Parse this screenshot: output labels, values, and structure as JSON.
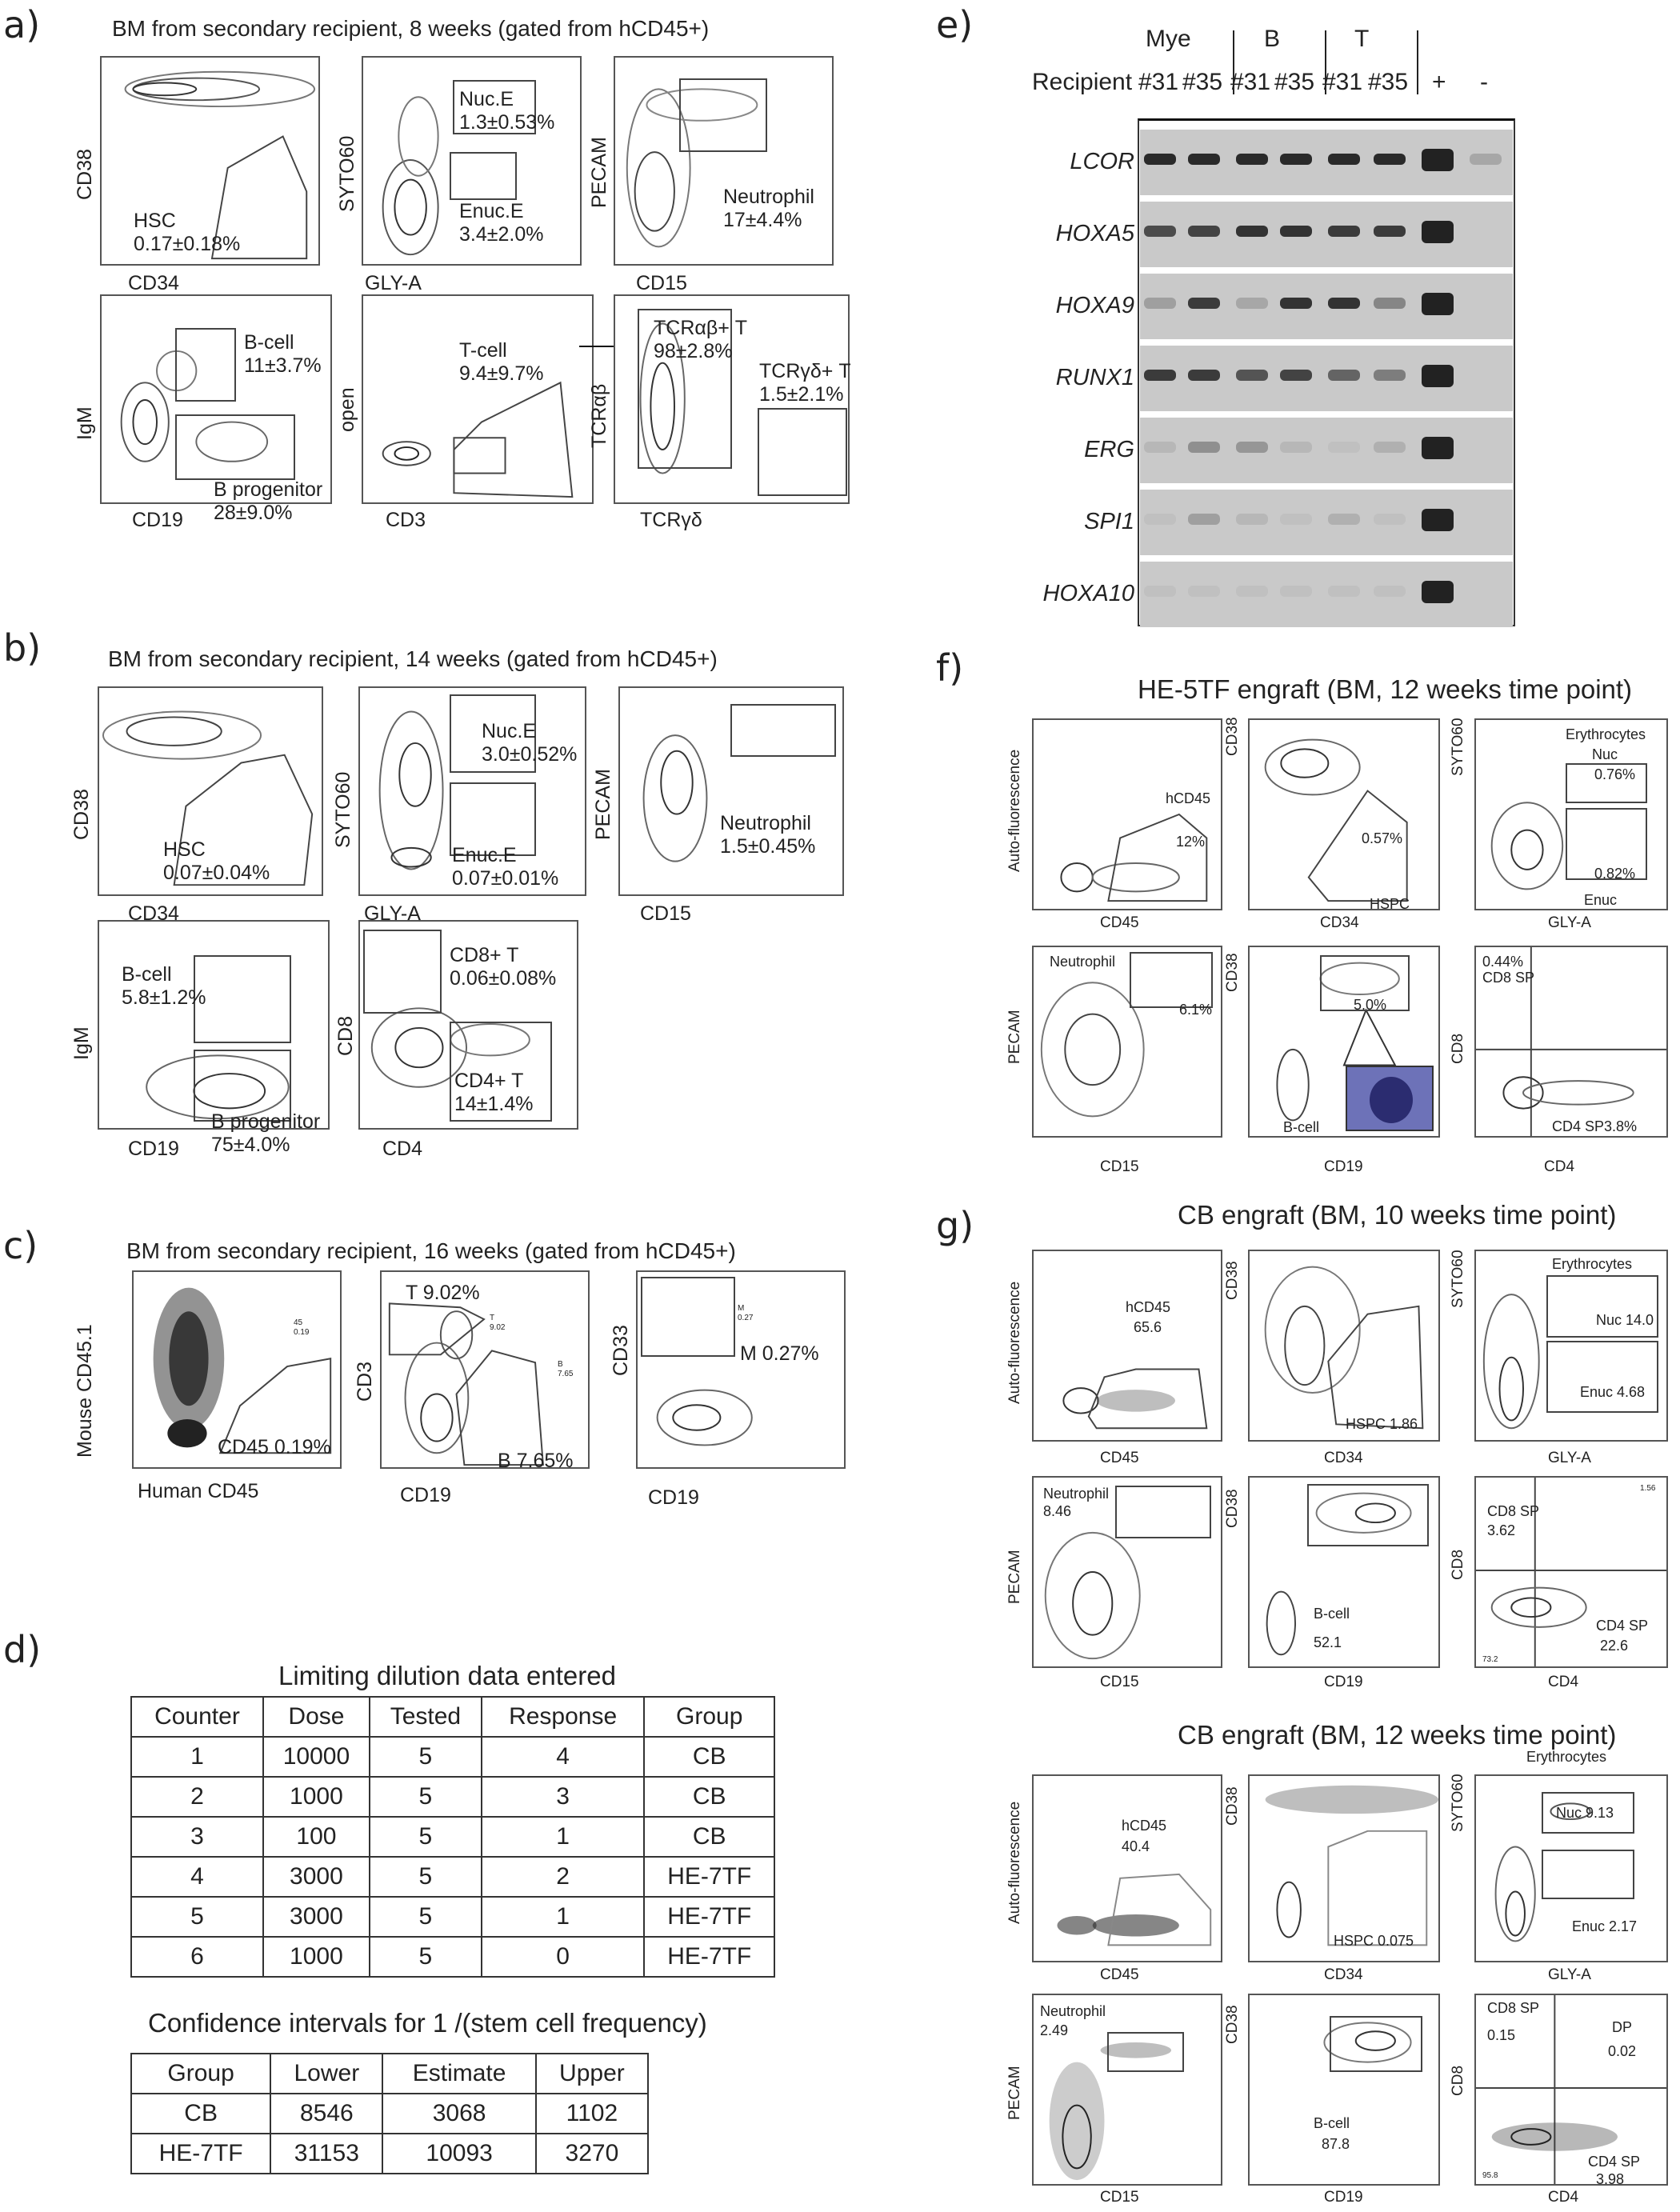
{
  "panels": {
    "a": {
      "letter": "a)",
      "title": "BM from secondary recipient, 8 weeks (gated from hCD45+)",
      "plots": [
        {
          "x": "CD34",
          "y": "CD38",
          "gates": [
            {
              "label": "HSC\n0.17±0.18%"
            }
          ]
        },
        {
          "x": "GLY-A",
          "y": "SYTO60",
          "gates": [
            {
              "label": "Nuc.E\n1.3±0.53%"
            },
            {
              "label": "Enuc.E\n3.4±2.0%"
            }
          ]
        },
        {
          "x": "CD15",
          "y": "PECAM",
          "gates": [
            {
              "label": "Neutrophil\n17±4.4%"
            }
          ]
        },
        {
          "x": "CD19",
          "y": "IgM",
          "gates": [
            {
              "label": "B-cell\n11±3.7%"
            },
            {
              "label": "B progenitor\n28±9.0%"
            }
          ]
        },
        {
          "x": "CD3",
          "y": "open",
          "gates": [
            {
              "label": "T-cell\n9.4±9.7%"
            }
          ]
        },
        {
          "x": "TCRγδ",
          "y": "TCRαβ",
          "gates": [
            {
              "label": "TCRαβ+ T\n98±2.8%"
            },
            {
              "label": "TCRγδ+ T\n1.5±2.1%"
            }
          ]
        }
      ]
    },
    "b": {
      "letter": "b)",
      "title": "BM from secondary recipient, 14 weeks (gated from hCD45+)",
      "plots": [
        {
          "x": "CD34",
          "y": "CD38",
          "gates": [
            {
              "label": "HSC\n0.07±0.04%"
            }
          ]
        },
        {
          "x": "GLY-A",
          "y": "SYTO60",
          "gates": [
            {
              "label": "Nuc.E\n3.0±0.52%"
            },
            {
              "label": "Enuc.E\n0.07±0.01%"
            }
          ]
        },
        {
          "x": "CD15",
          "y": "PECAM",
          "gates": [
            {
              "label": "Neutrophil\n1.5±0.45%"
            }
          ]
        },
        {
          "x": "CD19",
          "y": "IgM",
          "gates": [
            {
              "label": "B-cell\n5.8±1.2%"
            },
            {
              "label": "B progenitor\n75±4.0%"
            }
          ]
        },
        {
          "x": "CD4",
          "y": "CD8",
          "gates": [
            {
              "label": "CD8+ T\n0.06±0.08%"
            },
            {
              "label": "CD4+ T\n14±1.4%"
            }
          ]
        }
      ]
    },
    "c": {
      "letter": "c)",
      "title": "BM from secondary recipient, 16 weeks (gated from hCD45+)",
      "plots": [
        {
          "x": "Human CD45",
          "y": "Mouse CD45.1",
          "gates": [
            {
              "label": "CD45 0.19%"
            }
          ],
          "tiny": [
            "45",
            "0.19"
          ]
        },
        {
          "x": "CD19",
          "y": "CD3",
          "gates": [
            {
              "label": "T 9.02%"
            },
            {
              "label": "B 7.65%"
            }
          ],
          "tiny": [
            "T",
            "9.02",
            "B",
            "7.65"
          ]
        },
        {
          "x": "CD19",
          "y": "CD33",
          "gates": [
            {
              "label": "M 0.27%"
            }
          ],
          "tiny": [
            "M",
            "0.27"
          ]
        }
      ]
    },
    "d": {
      "letter": "d)",
      "table1_title": "Limiting dilution data entered",
      "table1_headers": [
        "Counter",
        "Dose",
        "Tested",
        "Response",
        "Group"
      ],
      "table1_rows": [
        [
          "1",
          "10000",
          "5",
          "4",
          "CB"
        ],
        [
          "2",
          "1000",
          "5",
          "3",
          "CB"
        ],
        [
          "3",
          "100",
          "5",
          "1",
          "CB"
        ],
        [
          "4",
          "3000",
          "5",
          "2",
          "HE-7TF"
        ],
        [
          "5",
          "3000",
          "5",
          "1",
          "HE-7TF"
        ],
        [
          "6",
          "1000",
          "5",
          "0",
          "HE-7TF"
        ]
      ],
      "table2_title": "Confidence intervals for 1 /(stem cell frequency)",
      "table2_headers": [
        "Group",
        "Lower",
        "Estimate",
        "Upper"
      ],
      "table2_rows": [
        [
          "CB",
          "8546",
          "3068",
          "1102"
        ],
        [
          "HE-7TF",
          "31153",
          "10093",
          "3270"
        ]
      ]
    },
    "e": {
      "letter": "e)",
      "header_groups": [
        "Mye",
        "B",
        "T"
      ],
      "recipient_label": "Recipient",
      "lanes": [
        "#31",
        "#35",
        "#31",
        "#35",
        "#31",
        "#35",
        "+",
        "-"
      ],
      "genes": [
        "LCOR",
        "HOXA5",
        "HOXA9",
        "RUNX1",
        "ERG",
        "SPI1",
        "HOXA10"
      ]
    },
    "f": {
      "letter": "f)",
      "title": "HE-5TF engraft (BM, 12 weeks time point)",
      "plots": [
        {
          "x": "CD45",
          "y": "Auto-fluorescence",
          "labels": [
            "hCD45",
            "12%"
          ]
        },
        {
          "x": "CD34",
          "y": "CD38",
          "labels": [
            "0.57%",
            "HSPC"
          ]
        },
        {
          "x": "GLY-A",
          "y": "SYTO60",
          "labels": [
            "Erythrocytes",
            "Nuc",
            "0.76%",
            "0.82%",
            "Enuc"
          ]
        },
        {
          "x": "CD15",
          "y": "PECAM",
          "labels": [
            "Neutrophil",
            "6.1%"
          ]
        },
        {
          "x": "CD19",
          "y": "CD38",
          "labels": [
            "5.0%",
            "B-cell"
          ]
        },
        {
          "x": "CD4",
          "y": "CD8",
          "labels": [
            "0.44%",
            "CD8 SP",
            "CD4 SP3.8%"
          ]
        }
      ]
    },
    "g": {
      "letter": "g)",
      "title1": "CB engraft (BM, 10 weeks time point)",
      "plots1": [
        {
          "x": "CD45",
          "y": "Auto-fluorescence",
          "labels": [
            "hCD45",
            "65.6"
          ]
        },
        {
          "x": "CD34",
          "y": "CD38",
          "labels": [
            "HSPC 1.86"
          ]
        },
        {
          "x": "GLY-A",
          "y": "SYTO60",
          "labels": [
            "Erythrocytes",
            "Nuc 14.0",
            "Enuc 4.68"
          ]
        },
        {
          "x": "CD15",
          "y": "PECAM",
          "labels": [
            "Neutrophil",
            "8.46"
          ]
        },
        {
          "x": "CD19",
          "y": "CD38",
          "labels": [
            "B-cell",
            "52.1"
          ]
        },
        {
          "x": "CD4",
          "y": "CD8",
          "labels": [
            "CD8 SP",
            "3.62",
            "CD4 SP",
            "22.6",
            "1.56",
            "73.2"
          ]
        }
      ],
      "title2": "CB engraft (BM, 12 weeks time point)",
      "plots2": [
        {
          "x": "CD45",
          "y": "Auto-fluorescence",
          "labels": [
            "hCD45",
            "40.4"
          ]
        },
        {
          "x": "CD34",
          "y": "CD38",
          "labels": [
            "HSPC 0.075"
          ]
        },
        {
          "x": "GLY-A",
          "y": "SYTO60",
          "labels": [
            "Erythrocytes",
            "Nuc 9.13",
            "Enuc 2.17"
          ]
        },
        {
          "x": "CD15",
          "y": "PECAM",
          "labels": [
            "Neutrophil",
            "2.49"
          ]
        },
        {
          "x": "CD19",
          "y": "CD38",
          "labels": [
            "B-cell",
            "87.8"
          ]
        },
        {
          "x": "CD4",
          "y": "CD8",
          "labels": [
            "CD8 SP",
            "0.15",
            "DP",
            "0.02",
            "CD4 SP",
            "3.98",
            "95.8"
          ]
        }
      ]
    }
  }
}
